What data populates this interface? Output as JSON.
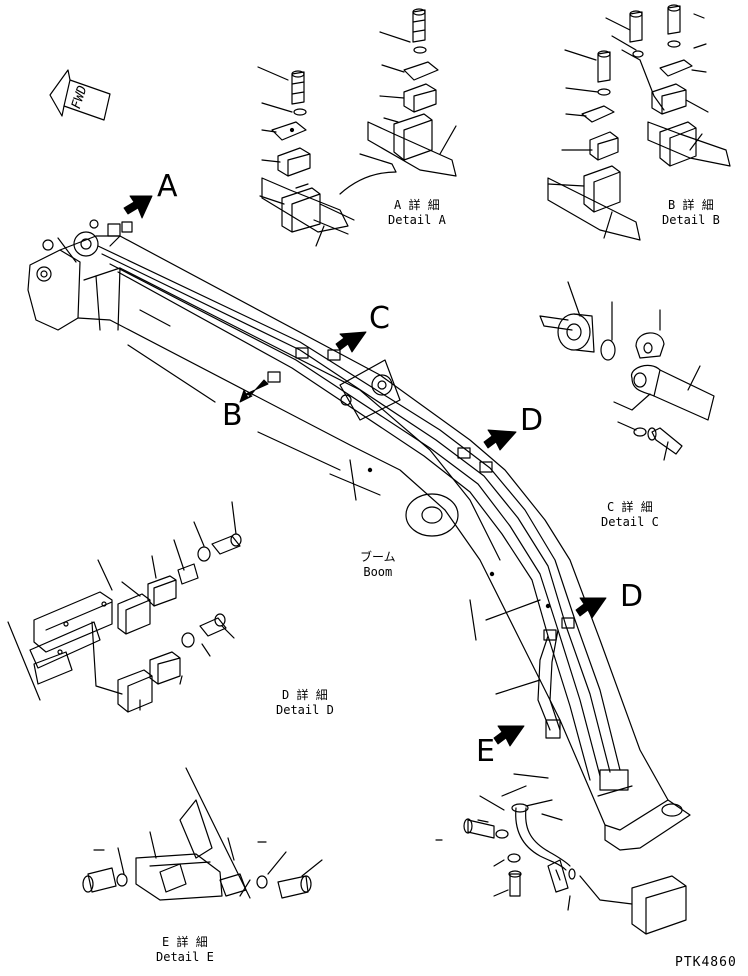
{
  "fwd": "FWD",
  "callouts": {
    "a": "A",
    "b": "B",
    "c": "C",
    "d1": "D",
    "d2": "D",
    "e": "E"
  },
  "details": {
    "a": {
      "jp": "A 詳 細",
      "en": "Detail A"
    },
    "b": {
      "jp": "B 詳 細",
      "en": "Detail B"
    },
    "c": {
      "jp": "C 詳 細",
      "en": "Detail C"
    },
    "d": {
      "jp": "D 詳 細",
      "en": "Detail D"
    },
    "e": {
      "jp": "E 詳 細",
      "en": "Detail E"
    }
  },
  "boom": {
    "jp": "ブーム",
    "en": "Boom"
  },
  "drawing_code": "PTK4860"
}
